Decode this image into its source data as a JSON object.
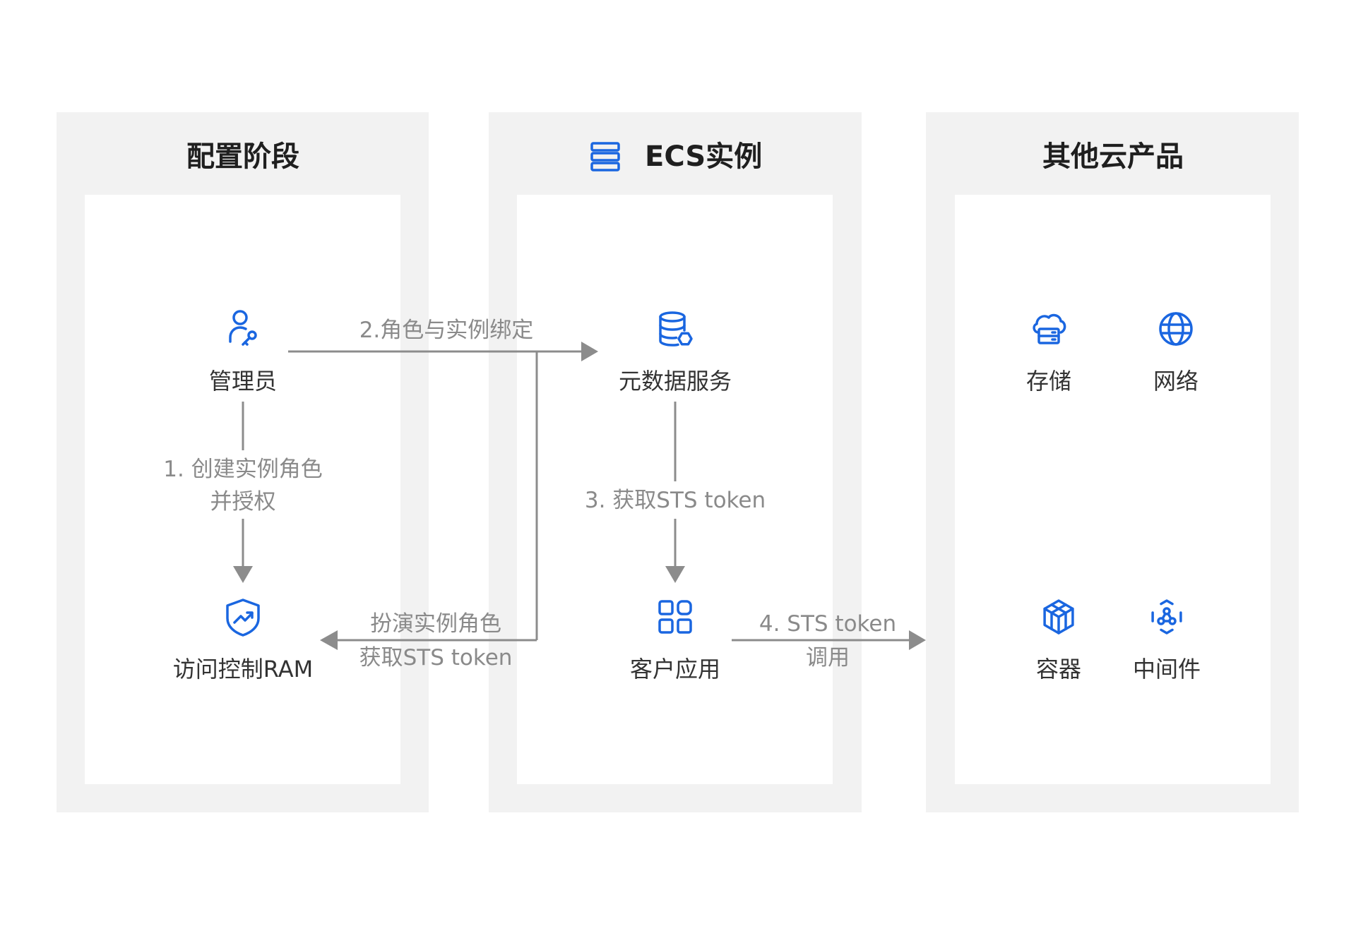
{
  "config_stage": {
    "title": "配置阶段",
    "admin": {
      "label": "管理员",
      "icon": "user-key-icon"
    },
    "ram": {
      "label": "访问控制RAM",
      "icon": "shield-trend-icon"
    }
  },
  "ecs_instance": {
    "title": "ECS实例",
    "title_icon": "server-icon",
    "metadata": {
      "label": "元数据服务",
      "icon": "database-icon"
    },
    "client_app": {
      "label": "客户应用",
      "icon": "apps-icon"
    }
  },
  "other_products": {
    "title": "其他云产品",
    "items": [
      {
        "label": "存储",
        "icon": "cloud-storage-icon"
      },
      {
        "label": "网络",
        "icon": "globe-icon"
      },
      {
        "label": "容器",
        "icon": "container-icon"
      },
      {
        "label": "中间件",
        "icon": "middleware-icon"
      }
    ]
  },
  "flows": {
    "step1": {
      "line1": "1. 创建实例角色",
      "line2": "并授权"
    },
    "step2": {
      "label": "2.角色与实例绑定"
    },
    "assume_role": {
      "line1": "扮演实例角色",
      "line2": "获取STS token"
    },
    "step3": {
      "label": "3. 获取STS token"
    },
    "step4": {
      "line1": "4. STS token",
      "line2": "调用"
    }
  },
  "colors": {
    "panel": "#f2f2f2",
    "card": "#ffffff",
    "icon": "#1a66e0",
    "arrow": "#8c8c8c",
    "label": "#8a8a8a",
    "text": "#333333",
    "title": "#1f1f1f"
  }
}
